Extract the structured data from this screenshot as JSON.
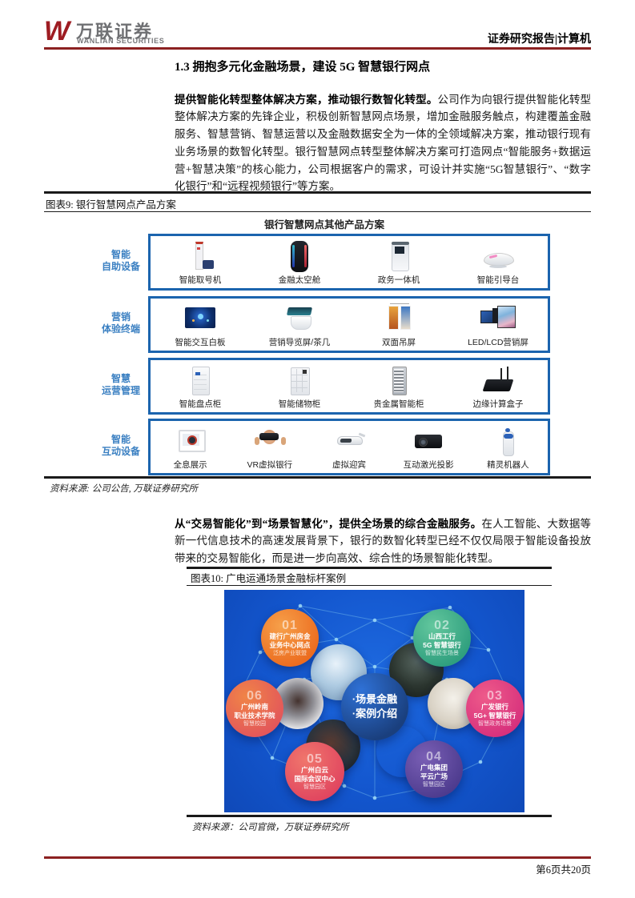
{
  "header": {
    "logo_w": "W",
    "logo_cn": "万联证券",
    "logo_en": "WANLIAN SECURITIES",
    "report_type": "证券研究报告|计算机"
  },
  "section_heading": "1.3 拥抱多元化金融场景，建设 5G 智慧银行网点",
  "para1": {
    "bold": "提供智能化转型整体解决方案，推动银行数智化转型。",
    "text": "公司作为向银行提供智能化转型整体解决方案的先锋企业，积极创新智慧网点场景，增加金融服务触点，构建覆盖金融服务、智慧营销、智慧运营以及金融数据安全为一体的全领域解决方案，推动银行现有业务场景的数智化转型。银行智慧网点转型整体解决方案可打造网点“智能服务+数据运营+智慧决策”的核心能力，公司根据客户的需求，可设计并实施“5G智慧银行”、“数字化银行”和“远程视频银行”等方案。"
  },
  "figure9": {
    "caption": "图表9: 银行智慧网点产品方案",
    "title": "银行智慧网点其他产品方案",
    "rows": [
      {
        "label_line1": "智能",
        "label_line2": "自助设备",
        "items": [
          {
            "name": "智能取号机"
          },
          {
            "name": "金融太空舱"
          },
          {
            "name": "政务一体机"
          },
          {
            "name": "智能引导台"
          }
        ]
      },
      {
        "label_line1": "营销",
        "label_line2": "体验终端",
        "items": [
          {
            "name": "智能交互白板"
          },
          {
            "name": "营销导览屏/茶几"
          },
          {
            "name": "双面吊屏"
          },
          {
            "name": "LED/LCD营销屏"
          }
        ]
      },
      {
        "label_line1": "智慧",
        "label_line2": "运营管理",
        "items": [
          {
            "name": "智能盘点柜"
          },
          {
            "name": "智能储物柜"
          },
          {
            "name": "贵金属智能柜"
          },
          {
            "name": "边缘计算盒子"
          }
        ]
      },
      {
        "label_line1": "智能",
        "label_line2": "互动设备",
        "items": [
          {
            "name": "全息展示"
          },
          {
            "name": "VR虚拟银行"
          },
          {
            "name": "虚拟迎宾"
          },
          {
            "name": "互动激光投影"
          },
          {
            "name": "精灵机器人"
          }
        ]
      }
    ],
    "source": "资料来源: 公司公告, 万联证券研究所"
  },
  "para2": {
    "bold": "从“交易智能化”到“场景智慧化”，提供全场景的综合金融服务。",
    "text": "在人工智能、大数据等新一代信息技术的高速发展背景下，银行的数智化转型已经不仅仅局限于智能设备投放带来的交易智能化，而是进一步向高效、综合性的场景智能化转型。"
  },
  "figure10": {
    "caption": "图表10: 广电运通场景金融标杆案例",
    "center": {
      "line1": "·场景金融",
      "line2": "·案例介绍"
    },
    "circles": [
      {
        "number": "01",
        "title1": "建行广州房金",
        "title2": "业务中心网点",
        "subtitle": "泛房产业联盟"
      },
      {
        "number": "02",
        "title1": "山西工行",
        "title2": "5G 智慧银行",
        "subtitle": "智慧民生场景"
      },
      {
        "number": "03",
        "title1": "广发银行",
        "title2": "5G+ 智慧银行",
        "subtitle": "智慧政务场景"
      },
      {
        "number": "04",
        "title1": "广电集团",
        "title2": "平云广场",
        "subtitle": "智慧园区"
      },
      {
        "number": "05",
        "title1": "广州白云",
        "title2": "国际会议中心",
        "subtitle": "智慧园区"
      },
      {
        "number": "06",
        "title1": "广州岭南",
        "title2": "职业技术学院",
        "subtitle": "智慧校园"
      }
    ],
    "source": "资料来源：公司官微，万联证券研究所"
  },
  "footer": {
    "page": "第6页共20页"
  },
  "colors": {
    "brand_red": "#8c2121",
    "figure_blue": "#1b64ae",
    "image_bg_blue": "#1356ce"
  }
}
